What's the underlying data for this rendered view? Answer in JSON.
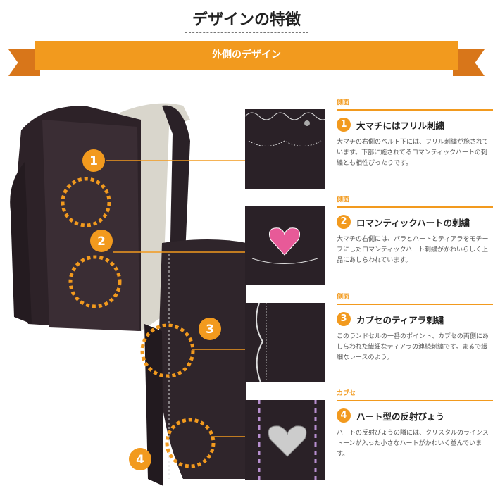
{
  "page": {
    "title": "デザインの特徴",
    "banner": "外側のデザイン"
  },
  "colors": {
    "accent": "#f29a1e",
    "bag": "#2a2127"
  },
  "features": [
    {
      "category": "側面",
      "number": "1",
      "title": "大マチにはフリル刺繍",
      "description": "大マチの右側のベルト下には、フリル刺繍が施されています。下部に施されてるロマンティックハートの刺繍とも相性ぴったりです。"
    },
    {
      "category": "側面",
      "number": "2",
      "title": "ロマンティックハートの刺繍",
      "description": "大マチの右側には、バラとハートとティアラをモチーフにしたロマンティックハート刺繍がかわいらしく上品にあしらわれています。"
    },
    {
      "category": "側面",
      "number": "3",
      "title": "カブセのティアラ刺繍",
      "description": "このランドセルの一番のポイント、カブセの両側にあしらわれた繊細なティアラの連続刺繍です。まるで繊細なレースのよう。"
    },
    {
      "category": "カブセ",
      "number": "4",
      "title": "ハート型の反射びょう",
      "description": "ハートの反射びょうの隣には、クリスタルのラインストーンが入った小さなハートがかわいく並んでいます。"
    }
  ]
}
